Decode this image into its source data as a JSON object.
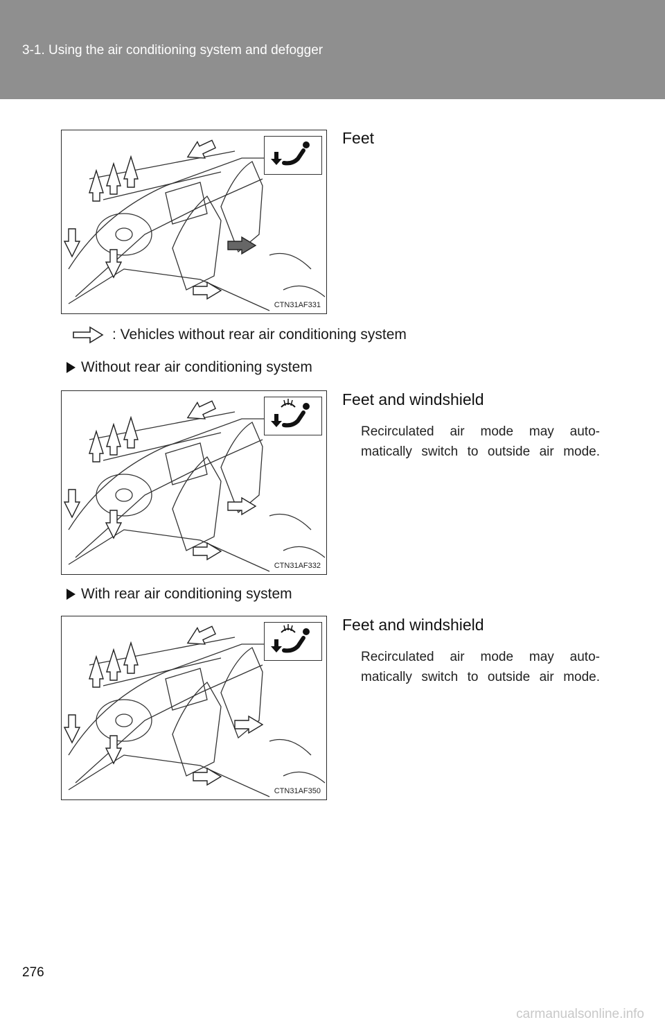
{
  "header": {
    "title": "3-1. Using the air conditioning system and defogger"
  },
  "figures": [
    {
      "code": "CTN31AF331",
      "caption": "Feet",
      "note": ""
    },
    {
      "code": "CTN31AF332",
      "caption": "Feet and windshield",
      "note": "Recirculated air mode may auto-matically switch to outside air mode."
    },
    {
      "code": "CTN31AF350",
      "caption": "Feet and windshield",
      "note": "Recirculated air mode may auto-matically switch to outside air mode."
    }
  ],
  "legend": {
    "text": ": Vehicles without rear air conditioning system"
  },
  "sections": [
    {
      "label": "Without rear air conditioning system"
    },
    {
      "label": "With rear air conditioning system"
    }
  ],
  "icons": {
    "mode_feet": "feet-airflow-icon",
    "mode_feet_windshield": "feet-windshield-airflow-icon",
    "section_marker": "right-triangle-icon",
    "legend_arrow": "outline-arrow-icon"
  },
  "footer": {
    "page_number": "276",
    "watermark": "carmanualsonline.info"
  }
}
